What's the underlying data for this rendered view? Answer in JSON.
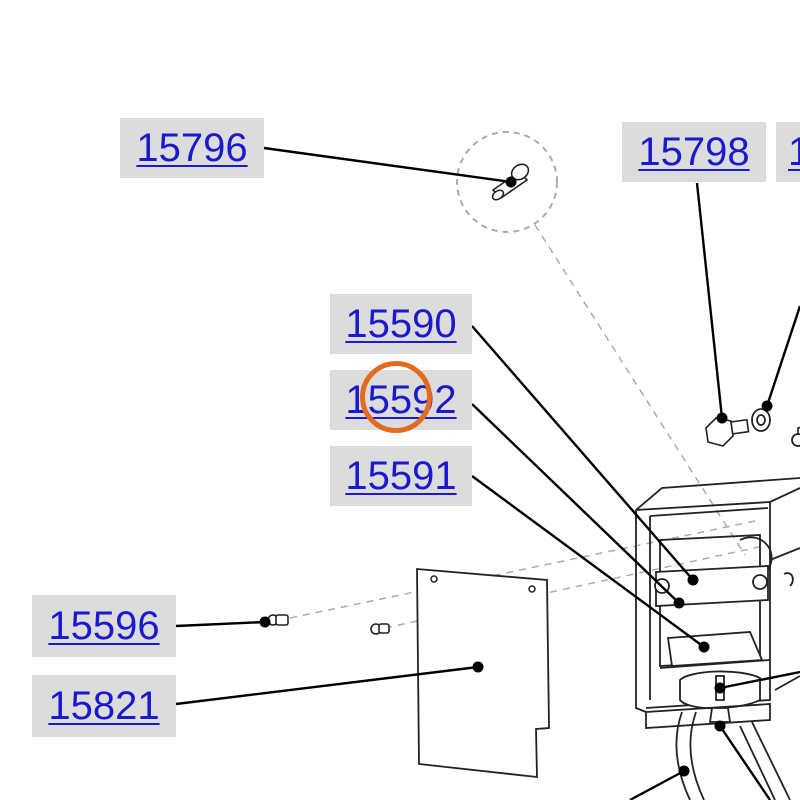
{
  "callouts": {
    "c15796": "15796",
    "c15798": "15798",
    "c_edge": "1",
    "c15590": "15590",
    "c15592": "15592",
    "c15591": "15591",
    "c15596": "15596",
    "c15821": "15821"
  },
  "colors": {
    "callout_background": "#dcdcdc",
    "link_text": "#1a1acc",
    "highlight_ring": "#e36b1e",
    "line_art": "#000000",
    "dashed_guides": "#aaaaaa"
  }
}
